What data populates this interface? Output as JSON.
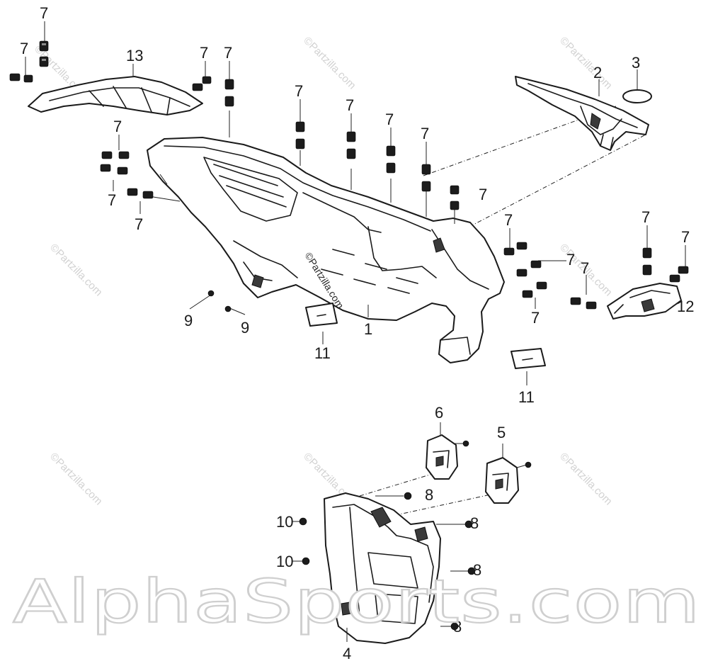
{
  "callouts": {
    "c1": "1",
    "c2": "2",
    "c3": "3",
    "c4": "4",
    "c5": "5",
    "c6": "6",
    "c7": "7",
    "c8": "8",
    "c9": "9",
    "c10": "10",
    "c11": "11",
    "c12": "12",
    "c13": "13"
  },
  "watermarks": {
    "parts_site": "©Partzilla.com",
    "banner": "AlphaSports.com"
  },
  "colors": {
    "line": "#1a1a1a",
    "watermark": "#d2d2d2",
    "background": "#ffffff"
  }
}
